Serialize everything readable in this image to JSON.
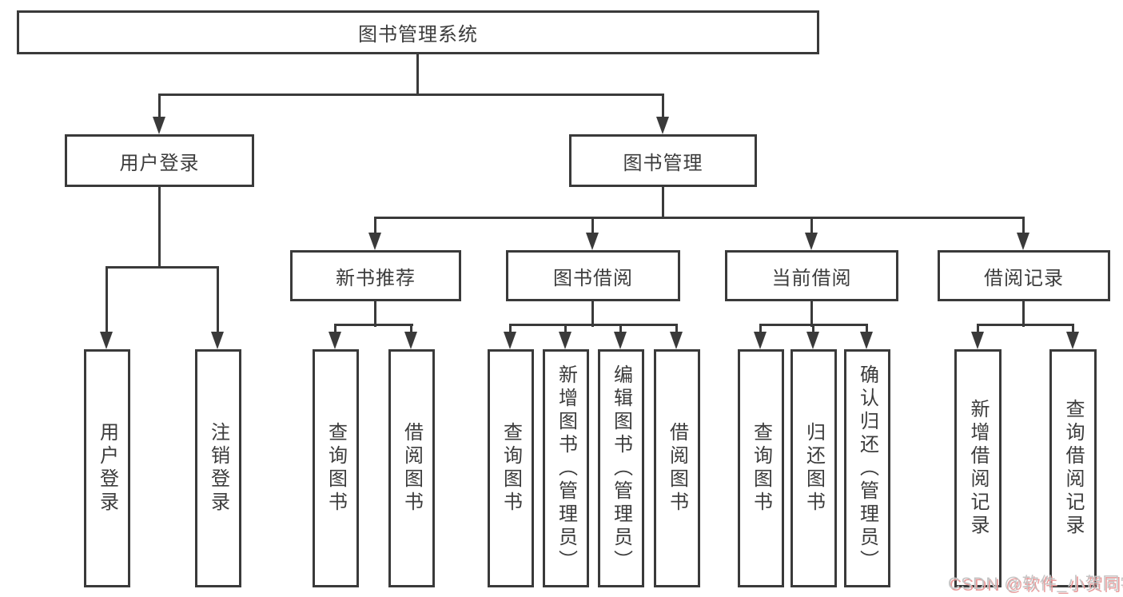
{
  "title": "图书管理系统",
  "colors": {
    "line": "#3a3a3a",
    "text": "#3c3c3c",
    "background": "#ffffff",
    "watermark_text": "#c4c4c4",
    "watermark_shadow": "#e89b9b"
  },
  "nodes": {
    "root": {
      "label": "图书管理系统"
    },
    "level2": [
      {
        "id": "user-login",
        "label": "用户登录",
        "parent": "图书管理系统"
      },
      {
        "id": "book-management",
        "label": "图书管理",
        "parent": "图书管理系统"
      }
    ],
    "level3": [
      {
        "id": "new-book-recommend",
        "label": "新书推荐",
        "parent": "图书管理"
      },
      {
        "id": "book-borrow",
        "label": "图书借阅",
        "parent": "图书管理"
      },
      {
        "id": "current-borrow",
        "label": "当前借阅",
        "parent": "图书管理"
      },
      {
        "id": "borrow-record",
        "label": "借阅记录",
        "parent": "图书管理"
      }
    ],
    "leaves": [
      {
        "label": "用户登录",
        "parent": "用户登录"
      },
      {
        "label": "注销登录",
        "parent": "用户登录"
      },
      {
        "label": "查询图书",
        "parent": "新书推荐"
      },
      {
        "label": "借阅图书",
        "parent": "新书推荐"
      },
      {
        "label": "查询图书",
        "parent": "图书借阅"
      },
      {
        "label": "新增图书（管理员）",
        "parent": "图书借阅"
      },
      {
        "label": "编辑图书（管理员）",
        "parent": "图书借阅"
      },
      {
        "label": "借阅图书",
        "parent": "图书借阅"
      },
      {
        "label": "查询图书",
        "parent": "当前借阅"
      },
      {
        "label": "归还图书",
        "parent": "当前借阅"
      },
      {
        "label": "确认归还（管理员）",
        "parent": "当前借阅"
      },
      {
        "label": "新增借阅记录",
        "parent": "借阅记录"
      },
      {
        "label": "查询借阅记录",
        "parent": "借阅记录"
      }
    ]
  },
  "watermark": {
    "text": "CSDN @软件_小贺同学"
  }
}
